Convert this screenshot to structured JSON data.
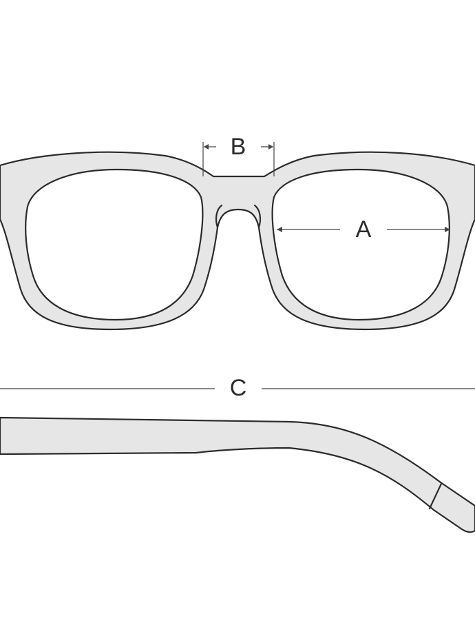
{
  "diagram": {
    "labels": {
      "lens_width": "A",
      "bridge_width": "B",
      "temple_length": "C"
    },
    "colors": {
      "frame_fill": "#e6e6e6",
      "outline": "#2b2b2b",
      "dimension_line": "#444444",
      "background": "#ffffff"
    }
  }
}
